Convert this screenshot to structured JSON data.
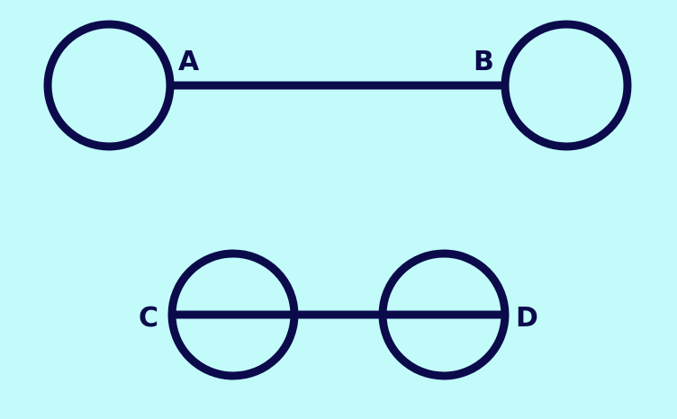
{
  "colors": {
    "background": "#c2fbfa",
    "ink": "#0b0a4b"
  },
  "labels": {
    "a": "A",
    "b": "B",
    "c": "C",
    "d": "D"
  }
}
